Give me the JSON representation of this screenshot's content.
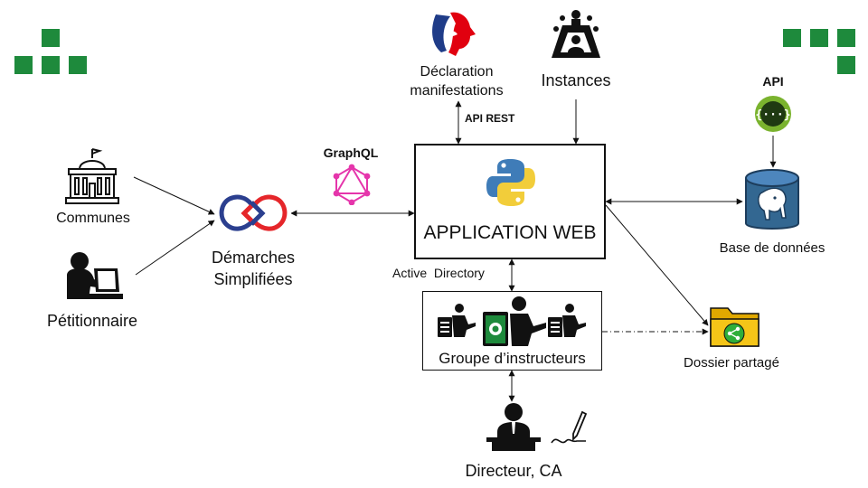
{
  "colors": {
    "deco_green": "#1e8a3c",
    "marianne_blue": "#1f3c88",
    "marianne_red": "#e1000f",
    "graphql_pink": "#e535ab",
    "python_blue": "#3f7cb8",
    "python_yellow": "#f2cd3a",
    "api_green": "#7ab32e",
    "postgres_blue": "#336791",
    "folder_yellow": "#f5c518",
    "share_green": "#2fae3a",
    "ds_blue": "#2b3f8f",
    "ds_red": "#e5262a"
  },
  "nodes": {
    "declaration": {
      "line1": "Déclaration",
      "line2": "manifestations",
      "icon": "marianne-icon"
    },
    "instances": {
      "label": "Instances",
      "icon": "assembly-icon"
    },
    "communes": {
      "label": "Communes",
      "icon": "town-hall-icon"
    },
    "petitionnaire": {
      "label": "Pétitionnaire",
      "icon": "person-laptop-icon"
    },
    "demarches": {
      "line1": "Démarches",
      "line2": "Simplifiées",
      "icon": "demarches-simplifiees-logo"
    },
    "app_web": {
      "label": "APPLICATION WEB",
      "icon": "python-icon"
    },
    "api": {
      "label": "API",
      "icon": "api-icon"
    },
    "database": {
      "label": "Base de données",
      "icon": "postgresql-icon"
    },
    "instructeurs": {
      "label": "Groupe d’instructeurs",
      "icon": "instructors-icon"
    },
    "dossier": {
      "label": "Dossier partagé",
      "icon": "shared-folder-icon"
    },
    "directeur": {
      "label": "Directeur, CA",
      "icon": "director-icon"
    }
  },
  "edge_labels": {
    "graphql": "GraphQL",
    "api_rest": "API REST",
    "active_directory": "Active  Directory"
  }
}
